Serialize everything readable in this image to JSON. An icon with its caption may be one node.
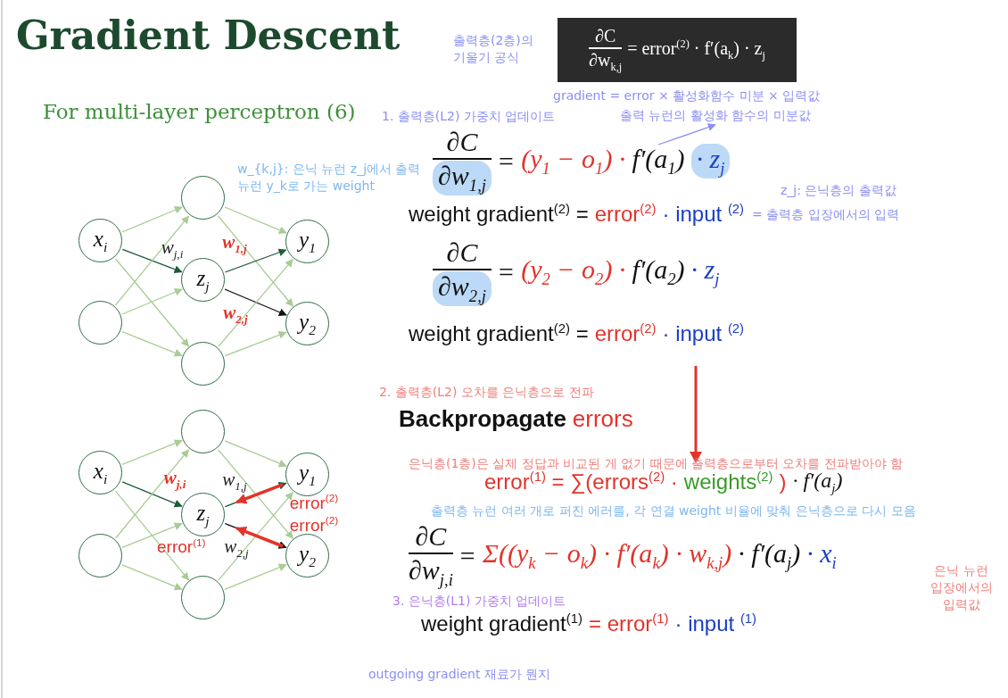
{
  "diagram": {
    "title": "Gradient Descent",
    "nodes": [
      {
        "text": [
          "∂C",
          "∂w$_{k,j}$",
          "= error$^{(2)}$ · f′(a$_{k}$) · z$_{j}$"
        ]
      },
      {
        "text": [
          "x$_{i}$"
        ]
      },
      {
        "text": [],
        "shape": "circle"
      },
      {
        "text": [],
        "shape": "circle"
      },
      {
        "text": [
          "z$_{j}$"
        ]
      },
      {
        "text": [],
        "shape": "circle"
      },
      {
        "text": [
          "y$_{1}$"
        ]
      },
      {
        "text": [
          "y$_{2}$"
        ]
      },
      {
        "text": [
          "x$_{i}$"
        ]
      },
      {
        "text": [],
        "shape": "circle"
      },
      {
        "text": [],
        "shape": "circle"
      },
      {
        "text": [
          "z$_{j}$"
        ]
      },
      {
        "text": [],
        "shape": "circle"
      },
      {
        "text": [
          "y$_{1}$"
        ]
      },
      {
        "text": [
          "y$_{2}$"
        ]
      },
      {
        "text": [
          "출력 뉴런의 활성화 함수의 미분값"
        ]
      },
      {
        "text": [
          "f′(a$_{1}$)"
        ]
      }
    ],
    "edges": [
      {
        "from": 1,
        "to": 3,
        "arrow": "to"
      },
      {
        "from": 1,
        "to": 4,
        "arrow": "to",
        "color": "#1f5a3a",
        "label": "w$_{j,i}$"
      },
      {
        "from": 1,
        "to": 5,
        "arrow": "to"
      },
      {
        "from": 2,
        "to": 3,
        "arrow": "to"
      },
      {
        "from": 2,
        "to": 4,
        "arrow": "to"
      },
      {
        "from": 2,
        "to": 5,
        "arrow": "to"
      },
      {
        "from": 3,
        "to": 6,
        "arrow": "to"
      },
      {
        "from": 3,
        "to": 7,
        "arrow": "to"
      },
      {
        "from": 4,
        "to": 6,
        "arrow": "to",
        "color": "#1f5a3a",
        "label": "w$_{1,j}$"
      },
      {
        "from": 4,
        "to": 7,
        "arrow": "to",
        "color": "#111111",
        "label": "w$_{2,j}$"
      },
      {
        "from": 5,
        "to": 6,
        "arrow": "to"
      },
      {
        "from": 5,
        "to": 7,
        "arrow": "to"
      },
      {
        "from": 8,
        "to": 10,
        "arrow": "to"
      },
      {
        "from": 8,
        "to": 11,
        "arrow": "to",
        "color": "#1f5a3a",
        "label": "w$_{j,i}$"
      },
      {
        "from": 8,
        "to": 12,
        "arrow": "to"
      },
      {
        "from": 9,
        "to": 10,
        "arrow": "to"
      },
      {
        "from": 9,
        "to": 11,
        "arrow": "to"
      },
      {
        "from": 9,
        "to": 12,
        "arrow": "to"
      },
      {
        "from": 10,
        "to": 13,
        "arrow": "to"
      },
      {
        "from": 10,
        "to": 14,
        "arrow": "to"
      },
      {
        "from": 11,
        "to": 13,
        "arrow": "to",
        "color": "#1f5a3a",
        "label": "w$_{1,j}$"
      },
      {
        "from": 11,
        "to": 14,
        "arrow": "to",
        "color": "#111111",
        "label": "w$_{2,j}$"
      },
      {
        "from": 12,
        "to": 13,
        "arrow": "to"
      },
      {
        "from": 12,
        "to": 14,
        "arrow": "to"
      },
      {
        "from": 13,
        "to": 11,
        "arrow": "to",
        "style": "thick",
        "color": "#e2332a",
        "label": "error$^{(2)}$"
      },
      {
        "from": 14,
        "to": 11,
        "arrow": "to",
        "style": "thick",
        "color": "#e2332a",
        "label": "error$^{(2)}$"
      },
      {
        "from": 16,
        "to": 15,
        "arrow": "to",
        "color": "#8b8ff5"
      }
    ],
    "labels": [
      "For multi-layer perceptron (6)",
      "출력층(2층)의 기울기 공식",
      "gradient = error × 활성화함수 미분 × 입력값",
      "1. 출력층(L2) 가중치 업데이트",
      "w_{k,j}: 은닉 뉴런 z_j에서 출력 뉴런 y_k로 가는 weight",
      "∂C",
      "∂w$_{1,j}$",
      "=",
      "(y$_{1}$ − o$_{1}$) ·",
      "· z$_{j}$",
      "z_j: 은닉층의 출력값",
      "weight gradient$^{(2)}$ =",
      "error$^{(2)}$",
      "· input $^{(2)}$",
      "= 출력층 입장에서의 입력",
      "∂C",
      "∂w$_{2,j}$",
      "=",
      "(y$_{2}$ − o$_{2}$) ·",
      "f′(a$_{2}$)",
      "· z$_{j}$",
      "weight gradient$^{(2)}$ =",
      "error$^{(2)}$",
      "· input $^{(2)}$",
      "2. 출력층(L2) 오차를 은닉층으로 전파",
      "Backpropagate",
      "errors",
      "은닉층(1층)은 실제 정답과 비교된 게 없기 때문에 출력층으로부터 오차를 전파받아야 함",
      "error$^{(1)}$ = ∑(errors$^{(2)}$ ·",
      "weights$^{(2)}$",
      ")",
      "· f′(a$_{j}$)",
      "출력층 뉴런 여러 개로 퍼진 에러를, 각 연결 weight 비율에 맞춰 은닉층으로 다시 모음",
      "∂C",
      "∂w$_{j,i}$",
      "=",
      "Σ((y$_{k}$ − o$_{k}$) · f′(a$_{k}$) · w$_{k,j}$)",
      "· f′(a$_{j}$)",
      "· x$_{i}$",
      "은닉 뉴런 입장에서의 입력값",
      "3. 은닉층(L1) 가중치 업데이트",
      "weight gradient$^{(1)}$",
      "= error$^{(1)}$",
      "· input $^{(1)}$",
      "error$^{(1)}$",
      "outgoing gradient 재료가 뭔지"
    ]
  }
}
